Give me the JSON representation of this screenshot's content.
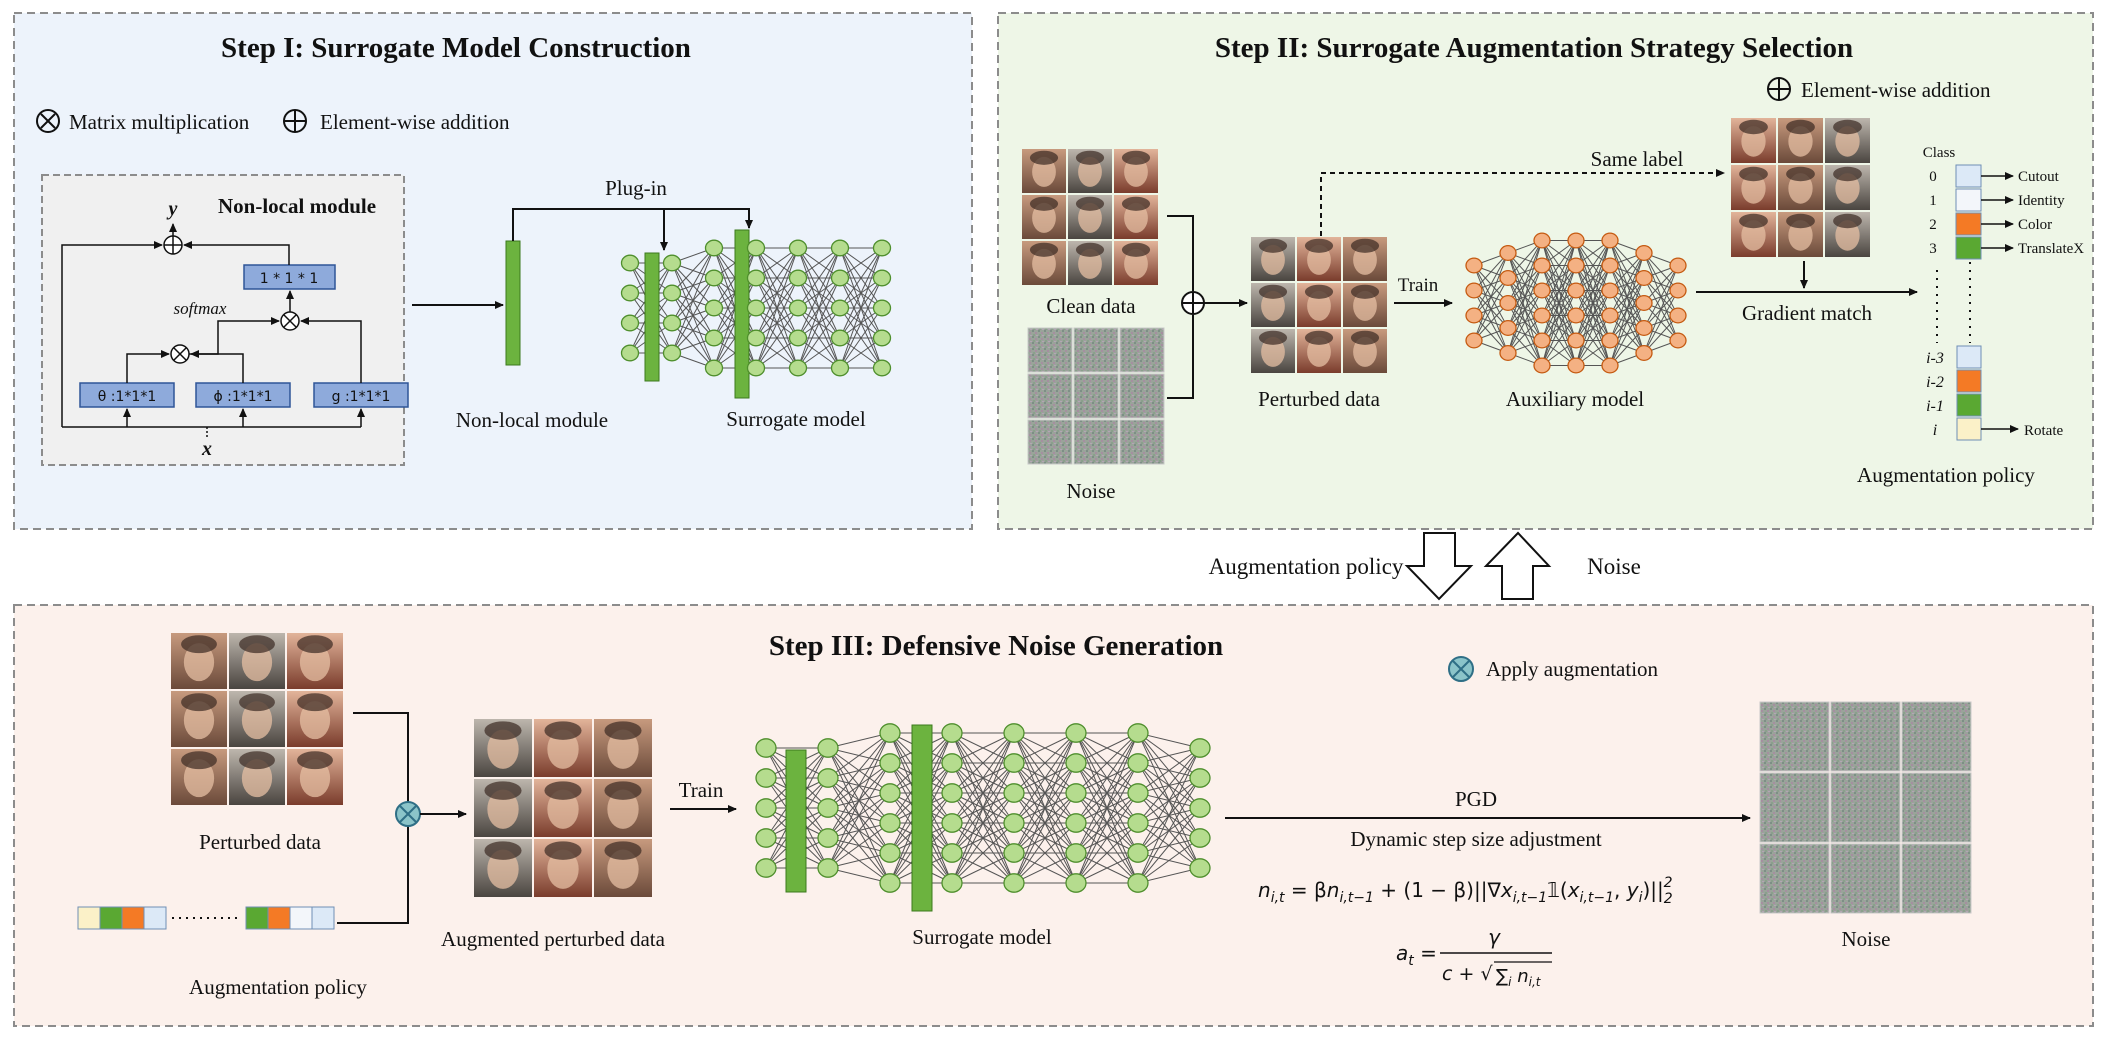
{
  "panel1": {
    "title": "Step I: Surrogate Model Construction",
    "legend_matmul": "Matrix multiplication",
    "legend_add": "Element-wise addition",
    "nonlocal_box_title": "Non-local module",
    "y_label": "y",
    "x_label": "x",
    "softmax_label": "softmax",
    "conv_out": "1 * 1 * 1",
    "theta_box": "θ :1*1*1",
    "phi_box": "ϕ :1*1*1",
    "g_box": "g :1*1*1",
    "plugin_label": "Plug-in",
    "nonlocal_caption": "Non-local module",
    "surrogate_caption": "Surrogate model"
  },
  "panel2": {
    "title": "Step II: Surrogate Augmentation Strategy Selection",
    "legend_add": "Element-wise addition",
    "clean_caption": "Clean data",
    "noise_caption": "Noise",
    "perturbed_caption": "Perturbed data",
    "train_label": "Train",
    "auxiliary_caption": "Auxiliary model",
    "same_label": "Same label",
    "gradient_match": "Gradient match",
    "class_header": "Class",
    "class_rows": [
      {
        "index": "0",
        "op": "Cutout",
        "color": "#dce9f7"
      },
      {
        "index": "1",
        "op": "Identity",
        "color": "#f3f6fa"
      },
      {
        "index": "2",
        "op": "Color",
        "color": "#f47a25"
      },
      {
        "index": "3",
        "op": "TranslateX",
        "color": "#5aa832"
      }
    ],
    "tail_rows": [
      {
        "index": "i-3",
        "op": "",
        "color": "#dce9f7"
      },
      {
        "index": "i-2",
        "op": "",
        "color": "#f47a25"
      },
      {
        "index": "i-1",
        "op": "",
        "color": "#5aa832"
      },
      {
        "index": "i",
        "op": "Rotate",
        "color": "#fbf1c8"
      }
    ],
    "policy_caption": "Augmentation policy"
  },
  "middle": {
    "left_label": "Augmentation policy",
    "right_label": "Noise"
  },
  "panel3": {
    "title": "Step III: Defensive Noise Generation",
    "legend_apply": "Apply augmentation",
    "perturbed_caption": "Perturbed data",
    "policy_caption": "Augmentation policy",
    "augmented_caption": "Augmented perturbed data",
    "train_label": "Train",
    "surrogate_caption": "Surrogate model",
    "pgd_label": "PGD",
    "dss_label": "Dynamic step size adjustment",
    "eq1": "n_{i,t} = βn_{i,t−1} + (1 − β)||∇x_{i,t−1}𝟙(x_{i,t−1}, y_i)||₂²",
    "eq2": "a_t = γ / (c + √(Σ_i n_{i,t}))",
    "noise_caption": "Noise",
    "policy_colors": [
      "#fbf1c8",
      "#5aa832",
      "#f47a25",
      "#dce9f7",
      "#5aa832",
      "#f47a25",
      "#f3f6fa",
      "#dce9f7"
    ]
  },
  "colors": {
    "panel1_bg": "#edf3fb",
    "panel2_bg": "#eef6e7",
    "panel3_bg": "#fcf1ec",
    "green": "#6cb33f",
    "node_green": "#b5dc8e",
    "node_orange": "#f4b183",
    "conv_blue": "#8eaadb"
  }
}
